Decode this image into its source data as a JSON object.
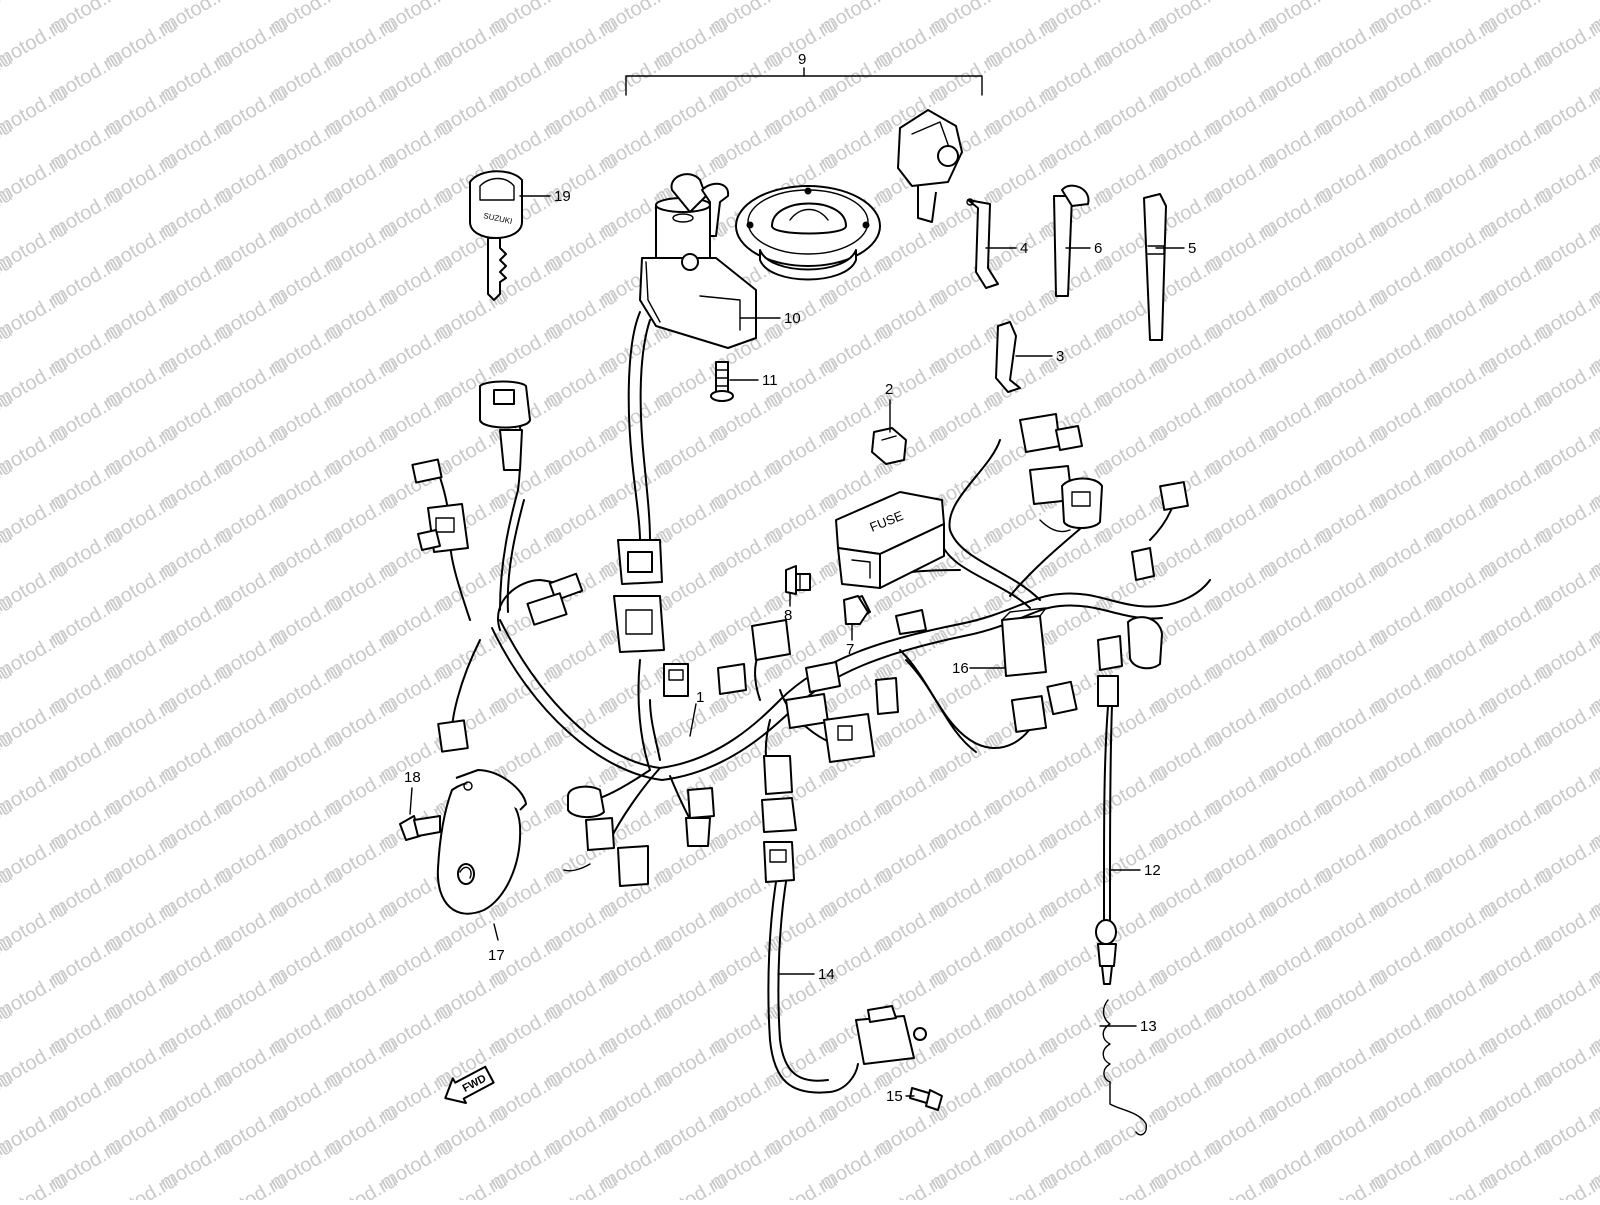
{
  "watermark": {
    "text": "motod.ru"
  },
  "fwd_marker": {
    "text": "FWD"
  },
  "fuse_box": {
    "text": "FUSE"
  },
  "key_brand": {
    "text": "SUZUKI"
  },
  "callouts": [
    {
      "label": "1"
    },
    {
      "label": "2"
    },
    {
      "label": "3"
    },
    {
      "label": "4"
    },
    {
      "label": "5"
    },
    {
      "label": "6"
    },
    {
      "label": "7"
    },
    {
      "label": "8"
    },
    {
      "label": "9"
    },
    {
      "label": "10"
    },
    {
      "label": "11"
    },
    {
      "label": "12"
    },
    {
      "label": "13"
    },
    {
      "label": "14"
    },
    {
      "label": "15"
    },
    {
      "label": "16"
    },
    {
      "label": "17"
    },
    {
      "label": "18"
    },
    {
      "label": "19"
    }
  ]
}
